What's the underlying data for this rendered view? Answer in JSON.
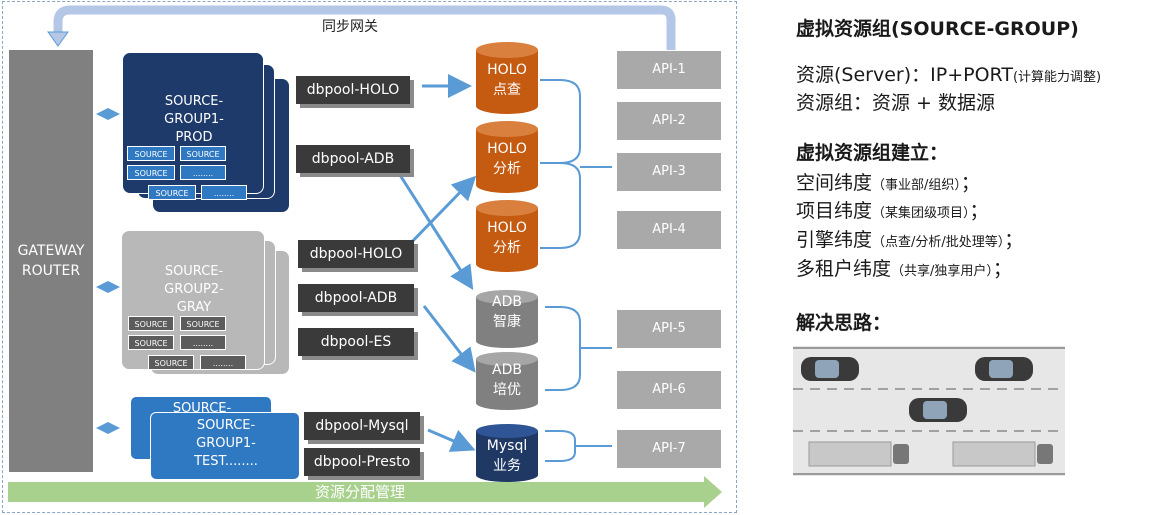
{
  "diagram": {
    "sync_label": "同步网关",
    "gateway_label": [
      "GATEWAY",
      "ROUTER"
    ],
    "resource_bar_label": "资源分配管理",
    "groups": [
      {
        "title": "SOURCE-GROUP1-PROD",
        "lines": [
          "SOURCE-",
          "GROUP1-",
          "PROD"
        ],
        "minis": [
          "SOURCE",
          "SOURCE",
          "SOURCE",
          "........",
          "SOURCE",
          "........"
        ]
      },
      {
        "title": "SOURCE-GROUP2-GRAY",
        "lines": [
          "SOURCE-",
          "GROUP2-",
          "GRAY"
        ],
        "minis": [
          "SOURCE",
          "SOURCE",
          "SOURCE",
          "........",
          "SOURCE",
          "........"
        ]
      },
      {
        "back_title": "SOURCE-",
        "lines": [
          "SOURCE-",
          "GROUP1-",
          "TEST........"
        ]
      }
    ],
    "pools": [
      "dbpool-HOLO",
      "dbpool-ADB",
      "dbpool-HOLO",
      "dbpool-ADB",
      "dbpool-ES",
      "dbpool-Mysql",
      "dbpool-Presto"
    ],
    "databases": [
      {
        "line1": "HOLO",
        "line2": "点查",
        "color": "#c55a11"
      },
      {
        "line1": "HOLO",
        "line2": "分析",
        "color": "#c55a11"
      },
      {
        "line1": "HOLO",
        "line2": "分析",
        "color": "#c55a11"
      },
      {
        "line1": "ADB",
        "line2": "智康",
        "color": "#808080"
      },
      {
        "line1": "ADB",
        "line2": "培优",
        "color": "#808080"
      },
      {
        "line1": "Mysql",
        "line2": "业务",
        "color": "#1f3864"
      }
    ],
    "apis": [
      "API-1",
      "API-2",
      "API-3",
      "API-4",
      "API-5",
      "API-6",
      "API-7"
    ]
  },
  "notes": {
    "title": "虚拟资源组(SOURCE-GROUP)",
    "line1": "资源(Server)：IP+PORT",
    "line1_small": "(计算能力调整)",
    "line2": "资源组：资源 + 数据源",
    "build_title": "虚拟资源组建立：",
    "dims": [
      {
        "main": "空间纬度",
        "small": "（事业部/组织）",
        "end": "；"
      },
      {
        "main": "项目纬度",
        "small": "（某集团级项目）",
        "end": "；"
      },
      {
        "main": "引擎纬度",
        "small": "（点查/分析/批处理等）",
        "end": "；"
      },
      {
        "main": "多租户纬度",
        "small": "（共享/独享用户）",
        "end": "；"
      }
    ],
    "solution_title": "解决思路："
  }
}
